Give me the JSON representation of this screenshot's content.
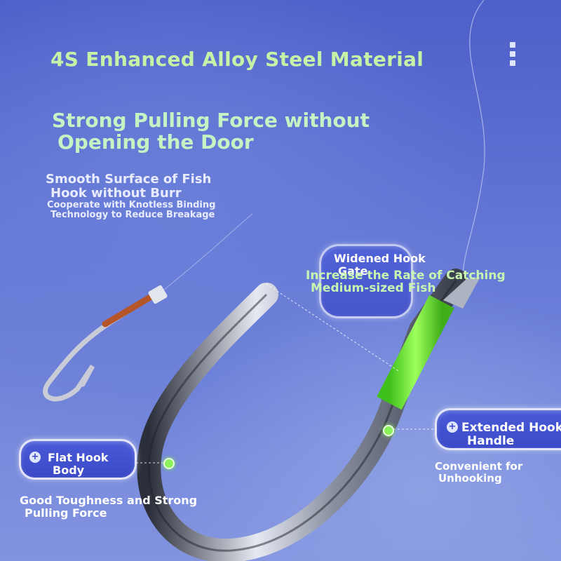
{
  "title": "4S Enhanced Alloy Steel Material",
  "headline": {
    "line1": "Strong Pulling Force without",
    "line2": "Opening the Door"
  },
  "surface": {
    "line1": "Smooth Surface of Fish",
    "line2": "Hook without Burr",
    "sub1": "Cooperate with Knotless Binding",
    "sub2": "Technology to Reduce Breakage"
  },
  "widened": {
    "label1": "Widened Hook",
    "label2": "Gate",
    "desc1": "Increase the Rate of Catching",
    "desc2": "Medium-sized Fish"
  },
  "extended": {
    "label1": "Extended Hook",
    "label2": "Handle",
    "desc1": "Convenient for",
    "desc2": "Unhooking"
  },
  "flat": {
    "label1": "Flat Hook",
    "label2": "Body",
    "desc1": "Good Toughness and Strong",
    "desc2": "Pulling Force"
  },
  "icons": {
    "plus": "+",
    "menu": "vertical-dots-icon"
  },
  "colors": {
    "title_green": "#c6f2a8",
    "accent_green": "#8cf25a",
    "pill_blue": "#3b49c7"
  }
}
